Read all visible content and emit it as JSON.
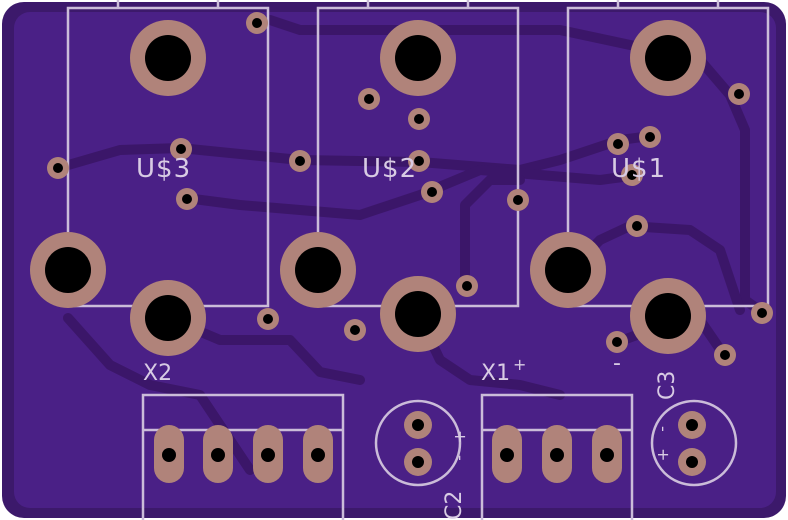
{
  "board": {
    "colors": {
      "substrate": "#3e1a6e",
      "copper_pour": "#4a1f86",
      "silkscreen": "#cbbcd9",
      "pad_copper": "#b0837a",
      "drill": "#000000",
      "trace": "#3a1566"
    },
    "labels": {
      "us3": "U$3",
      "us2": "U$2",
      "us1": "U$1",
      "x2": "X2",
      "x1": "X1",
      "x1_plus": "+",
      "c3": "C3",
      "c2": "C2",
      "minus_near_c3": "-",
      "c2_plus": "+",
      "c2_minus": "-",
      "c3_plus": "+",
      "c3_minus": "-"
    }
  }
}
